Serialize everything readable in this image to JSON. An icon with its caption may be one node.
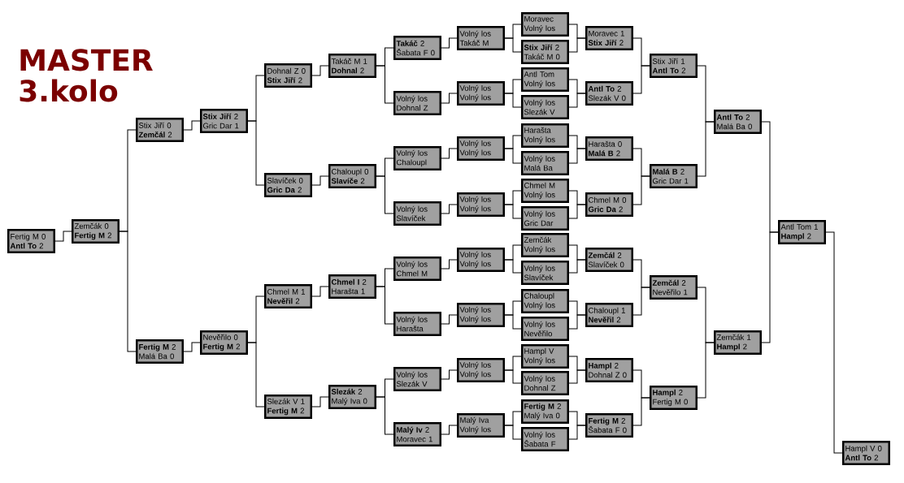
{
  "diagram": {
    "title": "MASTER 3.kolo",
    "nodes": [
      {
        "text": [
          "Fertig M 0",
          "**Antl To** 2"
        ]
      },
      {
        "text": [
          "Zemčák 0",
          "**Fertig M** 2"
        ]
      },
      {
        "text": [
          "Stix Jiří 0",
          "**Zemčál** 2"
        ]
      },
      {
        "text": [
          "**Fertig M** 2",
          "Malá Ba 0"
        ]
      },
      {
        "text": [
          "**Stix Jiří** 2",
          "Gric Dar 1"
        ]
      },
      {
        "text": [
          "Nevěřilo 0",
          "**Fertig M** 2"
        ]
      },
      {
        "text": [
          "Dohnal Z 0",
          "**Stix Jiří** 2"
        ]
      },
      {
        "text": [
          "Slavíček 0",
          "**Gric Da** 2"
        ]
      },
      {
        "text": [
          "Chmel M 1",
          "**Nevěřil** 2"
        ]
      },
      {
        "text": [
          "Slezák V 1",
          "**Fertig M** 2"
        ]
      },
      {
        "text": [
          "Takáč M 1",
          "**Dohnal** 2"
        ]
      },
      {
        "text": [
          "Chaloupl 0",
          "**Slavíče** 2"
        ]
      },
      {
        "text": [
          "**Chmel I** 2",
          "Harašta 1"
        ]
      },
      {
        "text": [
          "**Slezák** 2",
          "Malý Iva 0"
        ]
      },
      {
        "text": [
          "**Takáč** 2",
          "Šabata F 0"
        ]
      },
      {
        "text": [
          "Volný los",
          "Dohnal Z"
        ]
      },
      {
        "text": [
          "Volný los",
          "Chaloupl"
        ]
      },
      {
        "text": [
          "Volný los",
          "Slavíček"
        ]
      },
      {
        "text": [
          "Volný los",
          "Chmel M"
        ]
      },
      {
        "text": [
          "Volný los",
          "Harašta"
        ]
      },
      {
        "text": [
          "Volný los",
          "Slezák V"
        ]
      },
      {
        "text": [
          "**Malý Iv** 2",
          "Moravec 1"
        ]
      },
      {
        "text": [
          "Volný los",
          "Takáč M"
        ]
      },
      {
        "text": [
          "Volný los",
          "Volný los"
        ]
      },
      {
        "text": [
          "Volný los",
          "Volný los"
        ]
      },
      {
        "text": [
          "Volný los",
          "Volný los"
        ]
      },
      {
        "text": [
          "Volný los",
          "Volný los"
        ]
      },
      {
        "text": [
          "Volný los",
          "Volný los"
        ]
      },
      {
        "text": [
          "Volný los",
          "Volný los"
        ]
      },
      {
        "text": [
          "Malý Iva",
          "Volný los"
        ]
      },
      {
        "text": [
          "Moravec",
          "Volný los"
        ]
      },
      {
        "text": [
          "**Stix Jiří** 2",
          "Takáč M 0"
        ]
      },
      {
        "text": [
          "Antl Tom",
          "Volný los"
        ]
      },
      {
        "text": [
          "Volný los",
          "Slezák V"
        ]
      },
      {
        "text": [
          "Harašta",
          "Volný los"
        ]
      },
      {
        "text": [
          "Volný los",
          "Malá Ba"
        ]
      },
      {
        "text": [
          "Chmel M",
          "Volný los"
        ]
      },
      {
        "text": [
          "Volný los",
          "Gric Dar"
        ]
      },
      {
        "text": [
          "Zemčák",
          "Volný los"
        ]
      },
      {
        "text": [
          "Volný los",
          "Slavíček"
        ]
      },
      {
        "text": [
          "Chaloupl",
          "Volný los"
        ]
      },
      {
        "text": [
          "Volný los",
          "Nevěřilo"
        ]
      },
      {
        "text": [
          "Hampl V",
          "Volný los"
        ]
      },
      {
        "text": [
          "Volný los",
          "Dohnal Z"
        ]
      },
      {
        "text": [
          "**Fertig M** 2",
          "Malý Iva 0"
        ]
      },
      {
        "text": [
          "Volný los",
          "Šabata F"
        ]
      },
      {
        "text": [
          "Moravec 1",
          "**Stix Jiří** 2"
        ]
      },
      {
        "text": [
          "**Antl To** 2",
          "Slezák V 0"
        ]
      },
      {
        "text": [
          "Harašta 0",
          "**Malá B** 2"
        ]
      },
      {
        "text": [
          "Chmel M 0",
          "**Gric Da** 2"
        ]
      },
      {
        "text": [
          "**Zemčál** 2",
          "Slavíček 0"
        ]
      },
      {
        "text": [
          "Chaloupl 1",
          "**Nevěřil** 2"
        ]
      },
      {
        "text": [
          "**Hampl** 2",
          "Dohnal Z 0"
        ]
      },
      {
        "text": [
          "**Fertig M** 2",
          "Šabata F 0"
        ]
      },
      {
        "text": [
          "Stix Jiří 1",
          "**Antl To** 2"
        ]
      },
      {
        "text": [
          "**Malá B** 2",
          "Gric Dar 1"
        ]
      },
      {
        "text": [
          "**Zemčál** 2",
          "Nevěřilo 1"
        ]
      },
      {
        "text": [
          "**Hampl** 2",
          "Fertig M 0"
        ]
      },
      {
        "text": [
          "**Antl To** 2",
          "Malá Ba 0"
        ]
      },
      {
        "text": [
          "Zemčák 1",
          "**Hampl** 2"
        ]
      },
      {
        "text": [
          "Antl Tom 1",
          "**Hampl** 2"
        ]
      },
      {
        "text": [
          "Hampl V 0",
          "**Antl To** 2"
        ]
      }
    ],
    "edges": [
      {
        "from": 30,
        "to": 22,
        "arrow": "none"
      },
      {
        "from": 31,
        "to": 22,
        "arrow": "none"
      },
      {
        "from": 32,
        "to": 23,
        "arrow": "none"
      },
      {
        "from": 33,
        "to": 23,
        "arrow": "none"
      },
      {
        "from": 34,
        "to": 24,
        "arrow": "none"
      },
      {
        "from": 35,
        "to": 24,
        "arrow": "none"
      },
      {
        "from": 36,
        "to": 25,
        "arrow": "none"
      },
      {
        "from": 37,
        "to": 25,
        "arrow": "none"
      },
      {
        "from": 38,
        "to": 26,
        "arrow": "none"
      },
      {
        "from": 39,
        "to": 26,
        "arrow": "none"
      },
      {
        "from": 40,
        "to": 27,
        "arrow": "none"
      },
      {
        "from": 41,
        "to": 27,
        "arrow": "none"
      },
      {
        "from": 42,
        "to": 28,
        "arrow": "none"
      },
      {
        "from": 43,
        "to": 28,
        "arrow": "none"
      },
      {
        "from": 44,
        "to": 29,
        "arrow": "none"
      },
      {
        "from": 45,
        "to": 29,
        "arrow": "none"
      },
      {
        "from": 22,
        "to": 14,
        "arrow": "none"
      },
      {
        "from": 23,
        "to": 15,
        "arrow": "none"
      },
      {
        "from": 24,
        "to": 16,
        "arrow": "none"
      },
      {
        "from": 25,
        "to": 17,
        "arrow": "none"
      },
      {
        "from": 26,
        "to": 18,
        "arrow": "none"
      },
      {
        "from": 27,
        "to": 19,
        "arrow": "none"
      },
      {
        "from": 28,
        "to": 20,
        "arrow": "none"
      },
      {
        "from": 29,
        "to": 21,
        "arrow": "none"
      },
      {
        "from": 14,
        "to": 10,
        "arrow": "none"
      },
      {
        "from": 15,
        "to": 10,
        "arrow": "none"
      },
      {
        "from": 16,
        "to": 11,
        "arrow": "none"
      },
      {
        "from": 17,
        "to": 11,
        "arrow": "none"
      },
      {
        "from": 18,
        "to": 12,
        "arrow": "none"
      },
      {
        "from": 19,
        "to": 12,
        "arrow": "none"
      },
      {
        "from": 20,
        "to": 13,
        "arrow": "none"
      },
      {
        "from": 21,
        "to": 13,
        "arrow": "none"
      },
      {
        "from": 10,
        "to": 6,
        "arrow": "none"
      },
      {
        "from": 11,
        "to": 7,
        "arrow": "none"
      },
      {
        "from": 12,
        "to": 8,
        "arrow": "none"
      },
      {
        "from": 13,
        "to": 9,
        "arrow": "none"
      },
      {
        "from": 6,
        "to": 4,
        "arrow": "none"
      },
      {
        "from": 7,
        "to": 4,
        "arrow": "none"
      },
      {
        "from": 8,
        "to": 5,
        "arrow": "none"
      },
      {
        "from": 9,
        "to": 5,
        "arrow": "none"
      },
      {
        "from": 4,
        "to": 2,
        "arrow": "none"
      },
      {
        "from": 5,
        "to": 3,
        "arrow": "none"
      },
      {
        "from": 2,
        "to": 1,
        "arrow": "none"
      },
      {
        "from": 3,
        "to": 1,
        "arrow": "none"
      },
      {
        "from": 1,
        "to": 0,
        "arrow": "none"
      },
      {
        "from": 30,
        "to": 46,
        "arrow": "none"
      },
      {
        "from": 31,
        "to": 46,
        "arrow": "none"
      },
      {
        "from": 32,
        "to": 47,
        "arrow": "none"
      },
      {
        "from": 33,
        "to": 47,
        "arrow": "none"
      },
      {
        "from": 34,
        "to": 48,
        "arrow": "none"
      },
      {
        "from": 35,
        "to": 48,
        "arrow": "none"
      },
      {
        "from": 36,
        "to": 49,
        "arrow": "none"
      },
      {
        "from": 37,
        "to": 49,
        "arrow": "none"
      },
      {
        "from": 38,
        "to": 50,
        "arrow": "none"
      },
      {
        "from": 39,
        "to": 50,
        "arrow": "none"
      },
      {
        "from": 40,
        "to": 51,
        "arrow": "none"
      },
      {
        "from": 41,
        "to": 51,
        "arrow": "none"
      },
      {
        "from": 42,
        "to": 52,
        "arrow": "none"
      },
      {
        "from": 43,
        "to": 52,
        "arrow": "none"
      },
      {
        "from": 44,
        "to": 53,
        "arrow": "none"
      },
      {
        "from": 45,
        "to": 53,
        "arrow": "none"
      },
      {
        "from": 46,
        "to": 54,
        "arrow": "none"
      },
      {
        "from": 47,
        "to": 54,
        "arrow": "none"
      },
      {
        "from": 48,
        "to": 55,
        "arrow": "none"
      },
      {
        "from": 49,
        "to": 55,
        "arrow": "none"
      },
      {
        "from": 50,
        "to": 56,
        "arrow": "none"
      },
      {
        "from": 51,
        "to": 56,
        "arrow": "none"
      },
      {
        "from": 52,
        "to": 57,
        "arrow": "none"
      },
      {
        "from": 53,
        "to": 57,
        "arrow": "none"
      },
      {
        "from": 54,
        "to": 58,
        "arrow": "none"
      },
      {
        "from": 55,
        "to": 58,
        "arrow": "none"
      },
      {
        "from": 56,
        "to": 59,
        "arrow": "none"
      },
      {
        "from": 57,
        "to": 59,
        "arrow": "none"
      },
      {
        "from": 58,
        "to": 60,
        "arrow": "none"
      },
      {
        "from": 59,
        "to": 60,
        "arrow": "none"
      },
      {
        "from": 60,
        "to": 61,
        "arrow": "none"
      }
    ]
  }
}
